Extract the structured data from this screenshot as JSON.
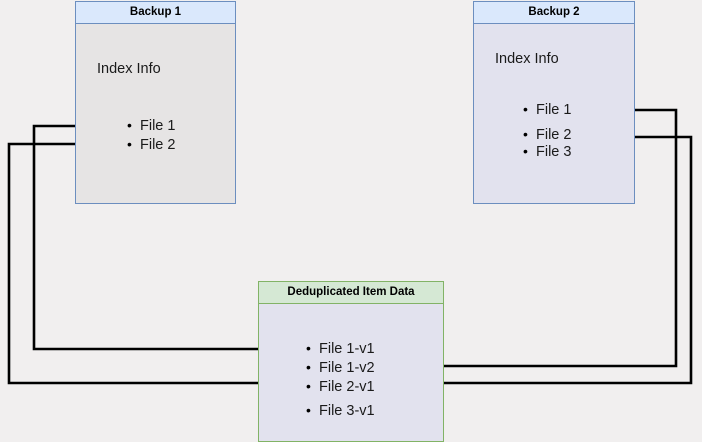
{
  "diagram": {
    "title": "Backup deduplication index diagram",
    "background_color": "#f1efef",
    "blue_header_color": "#dae8fc",
    "blue_border_color": "#6c8ebf",
    "green_header_color": "#d5e8d4",
    "green_border_color": "#82b366",
    "line_color": "#000000"
  },
  "backup1": {
    "header": "Backup 1",
    "caption": "Index Info",
    "files": [
      {
        "label": "File 1"
      },
      {
        "label": "File 2"
      }
    ]
  },
  "backup2": {
    "header": "Backup 2",
    "caption": "Index Info",
    "files": [
      {
        "label": "File 1"
      },
      {
        "label": "File 2"
      },
      {
        "label": "File 3"
      }
    ]
  },
  "dedup": {
    "header": "Deduplicated Item Data",
    "items": [
      {
        "label": "File 1-v1"
      },
      {
        "label": "File 1-v2"
      },
      {
        "label": "File 2-v1"
      },
      {
        "label": "File 3-v1"
      }
    ]
  },
  "connectors": [
    {
      "name": "backup1-file1-to-file1v1",
      "from": "Backup 1 / File 1",
      "to": "Deduplicated Item Data / File 1-v1"
    },
    {
      "name": "backup1-file2-to-file2v1",
      "from": "Backup 1 / File 2",
      "to": "Deduplicated Item Data / File 2-v1"
    },
    {
      "name": "backup2-file1-to-file1v2",
      "from": "Backup 2 / File 1",
      "to": "Deduplicated Item Data / File 1-v2"
    },
    {
      "name": "backup2-file2-to-file2v1",
      "from": "Backup 2 / File 2",
      "to": "Deduplicated Item Data / File 2-v1"
    }
  ]
}
